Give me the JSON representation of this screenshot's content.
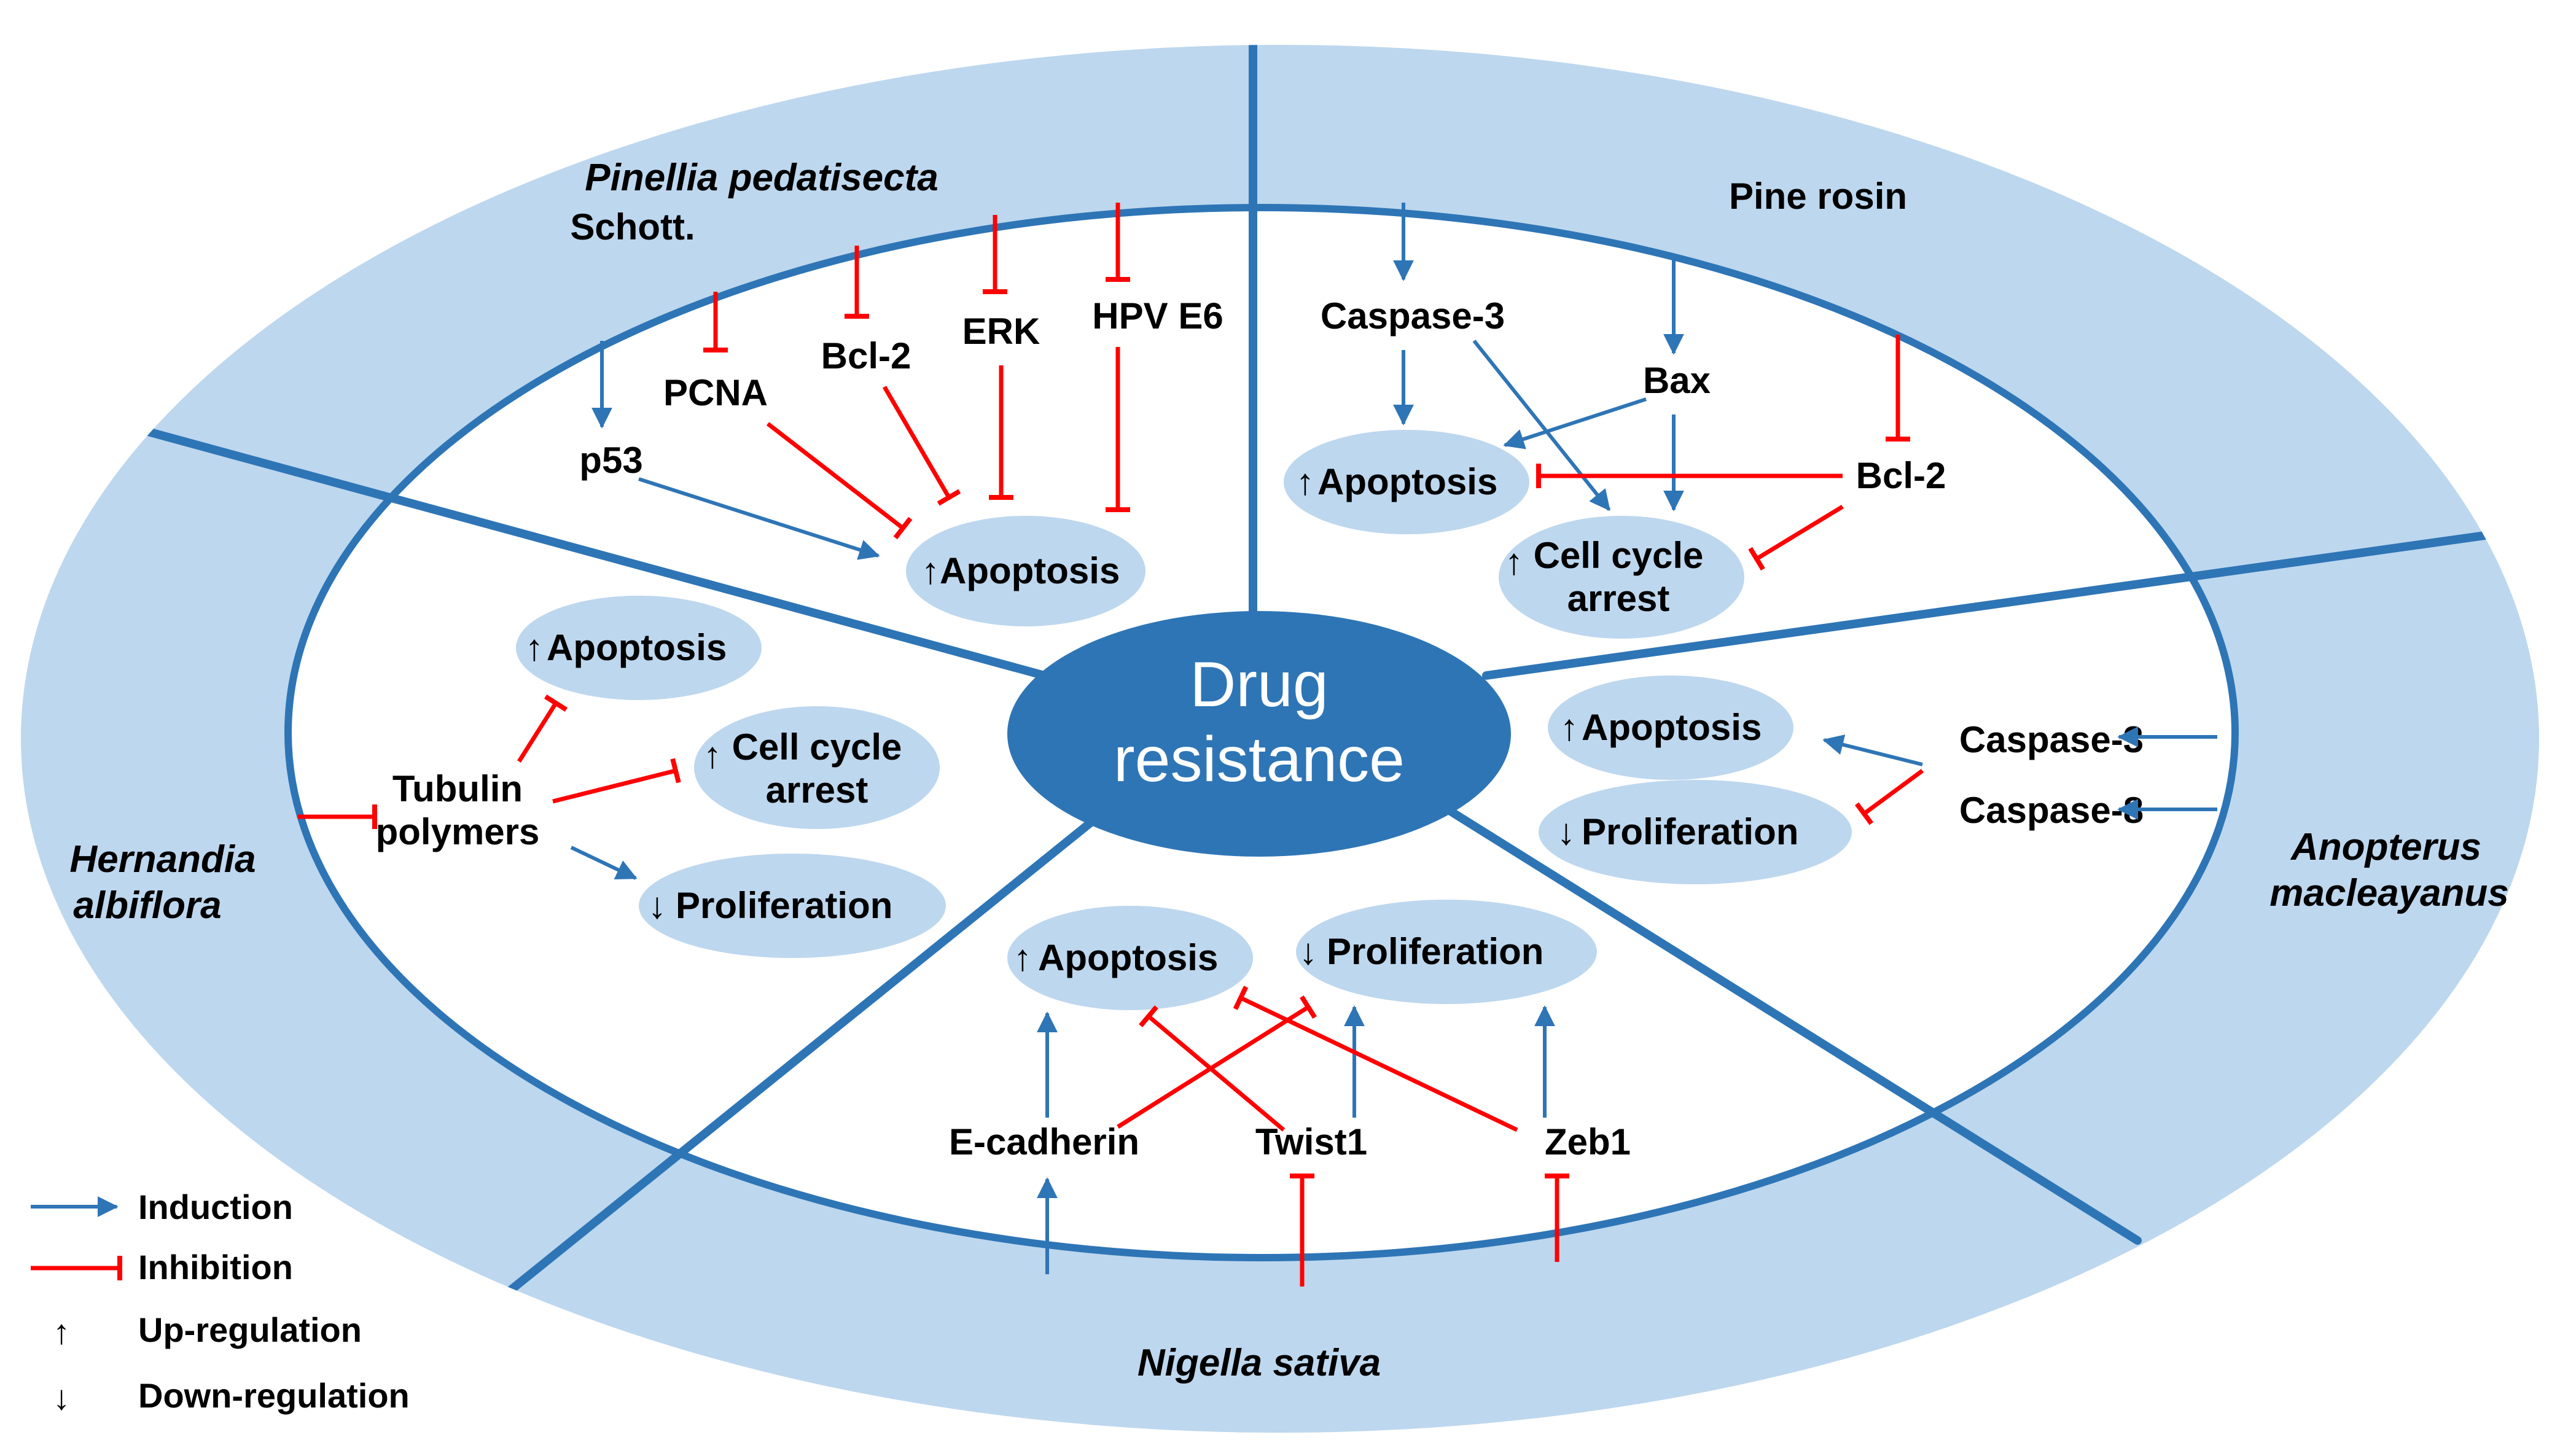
{
  "colors": {
    "outer_ring": "#BDD7EE",
    "oval_node": "#BDD7EE",
    "center": "#2E75B6",
    "divider": "#2E75B6",
    "induction": "#2E75B6",
    "inhibition": "#FF0000",
    "text": "#000000"
  },
  "center": {
    "line1": "Drug",
    "line2": "resistance"
  },
  "sectors": {
    "pinellia": {
      "name_line1": "Pinellia pedatisecta",
      "name_line2": "Schott.",
      "p53": "p53",
      "pcna": "PCNA",
      "bcl2": "Bcl-2",
      "erk": "ERK",
      "hpv": "HPV E6",
      "outcome_arrow": "↑",
      "outcome": "Apoptosis"
    },
    "pine": {
      "name": "Pine rosin",
      "caspase3": "Caspase-3",
      "bax": "Bax",
      "bcl2": "Bcl-2",
      "apoptosis_arrow": "↑",
      "apoptosis": "Apoptosis",
      "arrest_arrow": "↑",
      "arrest_line1": "Cell cycle",
      "arrest_line2": "arrest"
    },
    "anopterus": {
      "name_line1": "Anopterus",
      "name_line2": "macleayanus",
      "caspase3": "Caspase-3",
      "caspase8": "Caspase-8",
      "apoptosis_arrow": "↑",
      "apoptosis": "Apoptosis",
      "proliferation_arrow": "↓",
      "proliferation": "Proliferation"
    },
    "nigella": {
      "name": "Nigella sativa",
      "ecadherin": "E-cadherin",
      "twist1": "Twist1",
      "zeb1": "Zeb1",
      "apoptosis_arrow": "↑",
      "apoptosis": "Apoptosis",
      "proliferation_arrow": "↓",
      "proliferation": "Proliferation"
    },
    "hernandia": {
      "name_line1": "Hernandia",
      "name_line2": "albiflora",
      "tubulin_line1": "Tubulin",
      "tubulin_line2": "polymers",
      "apoptosis_arrow": "↑",
      "apoptosis": "Apoptosis",
      "arrest_arrow": "↑",
      "arrest_line1": "Cell cycle",
      "arrest_line2": "arrest",
      "proliferation_arrow": "↓",
      "proliferation": "Proliferation"
    }
  },
  "legend": {
    "induction": "Induction",
    "inhibition": "Inhibition",
    "up_symbol": "↑",
    "up": "Up-regulation",
    "down_symbol": "↓",
    "down": "Down-regulation"
  }
}
